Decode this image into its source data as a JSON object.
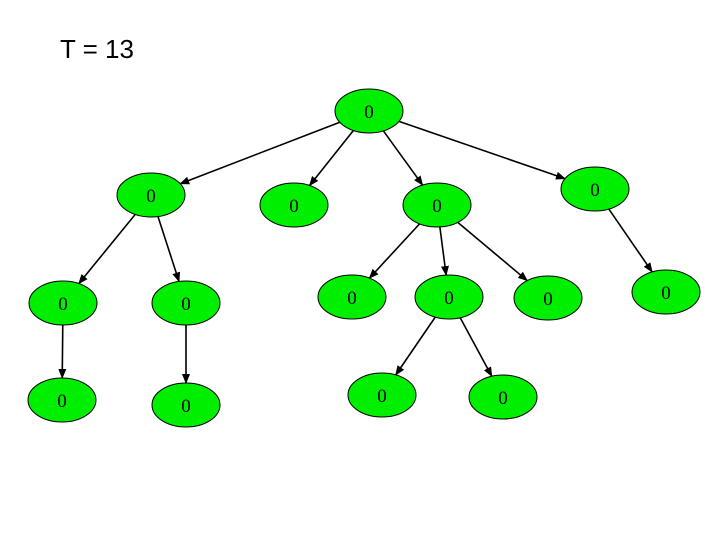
{
  "title": "T = 13",
  "colors": {
    "node_fill": "#00ee00",
    "node_stroke": "#000000",
    "edge": "#000000",
    "background": "#ffffff"
  },
  "nodes": [
    {
      "id": "root",
      "label": "0"
    },
    {
      "id": "a",
      "label": "0"
    },
    {
      "id": "b",
      "label": "0"
    },
    {
      "id": "c",
      "label": "0"
    },
    {
      "id": "d",
      "label": "0"
    },
    {
      "id": "a1",
      "label": "0"
    },
    {
      "id": "a2",
      "label": "0"
    },
    {
      "id": "c1",
      "label": "0"
    },
    {
      "id": "c2",
      "label": "0"
    },
    {
      "id": "c3",
      "label": "0"
    },
    {
      "id": "d1",
      "label": "0"
    },
    {
      "id": "a1a",
      "label": "0"
    },
    {
      "id": "a2a",
      "label": "0"
    },
    {
      "id": "c2a",
      "label": "0"
    },
    {
      "id": "c2b",
      "label": "0"
    }
  ],
  "edges": [
    [
      "root",
      "a"
    ],
    [
      "root",
      "b"
    ],
    [
      "root",
      "c"
    ],
    [
      "root",
      "d"
    ],
    [
      "a",
      "a1"
    ],
    [
      "a",
      "a2"
    ],
    [
      "c",
      "c1"
    ],
    [
      "c",
      "c2"
    ],
    [
      "c",
      "c3"
    ],
    [
      "d",
      "d1"
    ],
    [
      "a1",
      "a1a"
    ],
    [
      "a2",
      "a2a"
    ],
    [
      "c2",
      "c2a"
    ],
    [
      "c2",
      "c2b"
    ]
  ]
}
